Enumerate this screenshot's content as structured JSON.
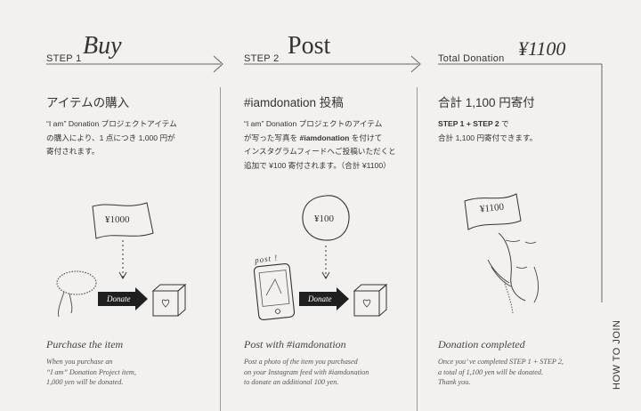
{
  "steps": [
    {
      "step_label": "STEP 1",
      "script_title": "Buy",
      "title": "アイテムの購入",
      "body": [
        "“I am” Donation プロジェクトアイテム",
        "の購入により、1 点につき 1,000 円が",
        "寄付されます。"
      ],
      "note_label": "¥1000",
      "donate_label": "Donate",
      "caption_title": "Purchase the item",
      "caption_body": [
        "When you purchase an",
        "“I am” Donation Project item,",
        "1,000 yen will be donated."
      ]
    },
    {
      "step_label": "STEP 2",
      "script_title": "Post",
      "title": "#iamdonation 投稿",
      "body": [
        "“I am” Donation プロジェクトのアイテム",
        "が写った写真を #iamdonation を付けて",
        "インスタグラムフィードへご投稿いただくと",
        "追加で ¥100 寄付されます。（合計 ¥1100）"
      ],
      "body_bold_tag": "#iamdonation",
      "post_label": "post !",
      "coin_label": "¥100",
      "donate_label": "Donate",
      "caption_title": "Post with #iamdonation",
      "caption_body": [
        "Post a photo of the item you purchased",
        "on your Instagram feed with #iamdonation",
        "to donate an additional 100 yen."
      ]
    },
    {
      "step_label": "Total Donation",
      "script_title": "¥1100",
      "title": "合計 1,100 円寄付",
      "body_bold": "STEP 1 + STEP 2",
      "body_rest": " で",
      "body_line2": "合計 1,100 円寄付できます。",
      "note_label": "¥1100",
      "caption_title": "Donation completed",
      "caption_body": [
        "Once you’ ve completed STEP 1 + STEP 2,",
        "a total of 1,100 yen will be donated.",
        "Thank you."
      ]
    }
  ],
  "side_label": "HOW TO JOIN",
  "colors": {
    "background": "#f2f1ef",
    "ink": "#2a2a2a",
    "donate_arrow": "#1f1f1f"
  }
}
